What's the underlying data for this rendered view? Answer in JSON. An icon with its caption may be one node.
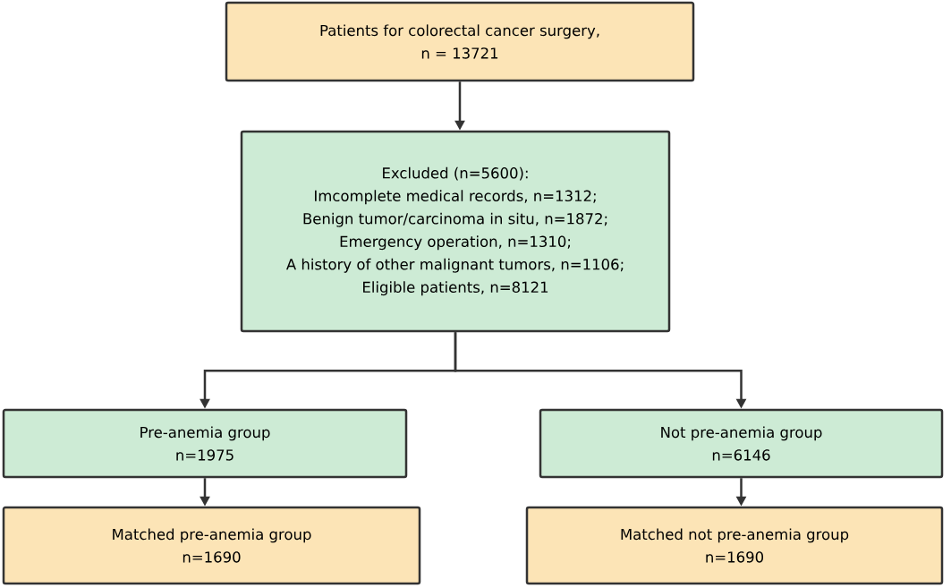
{
  "diagram": {
    "nodes": [
      {
        "text": [
          "Patients  for colorectal cancer surgery,",
          "n = 13721"
        ]
      },
      {
        "text": [
          "Excluded (n=5600):",
          "Imcomplete medical records, n=1312;",
          "Benign tumor/carcinoma in situ, n=1872;",
          "Emergency operation, n=1310;",
          "A history of other malignant tumors, n=1106;",
          "Eligible patients, n=8121"
        ]
      },
      {
        "text": [
          "Pre-anemia group",
          "n=1975"
        ]
      },
      {
        "text": [
          "Not pre-anemia group",
          "n=6146"
        ]
      },
      {
        "text": [
          "Matched pre-anemia group",
          "n=1690"
        ]
      },
      {
        "text": [
          "Matched not pre-anemia group",
          "n=1690"
        ]
      }
    ],
    "edges": [
      {
        "from": 0,
        "to": 1,
        "arrow": "to"
      },
      {
        "from": 1,
        "to": 2,
        "arrow": "to"
      },
      {
        "from": 1,
        "to": 3,
        "arrow": "to"
      },
      {
        "from": 2,
        "to": 4,
        "arrow": "to"
      },
      {
        "from": 3,
        "to": 5,
        "arrow": "to"
      }
    ]
  }
}
